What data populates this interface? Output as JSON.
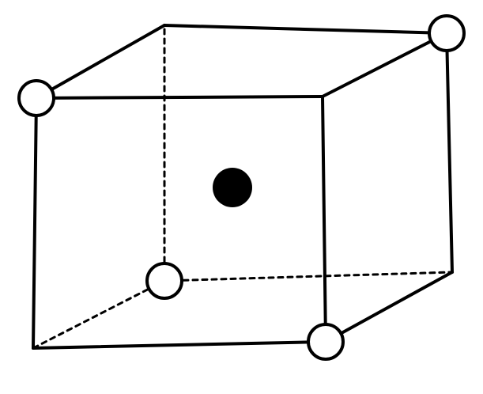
{
  "diagram": {
    "kind": "unit-cell-cube",
    "colors": {
      "stroke": "#000000",
      "hollow_fill": "#ffffff",
      "solid_fill": "#000000",
      "background": "#ffffff"
    },
    "atoms": {
      "corner_hollow_count": 4,
      "center_solid_count": 1
    }
  }
}
